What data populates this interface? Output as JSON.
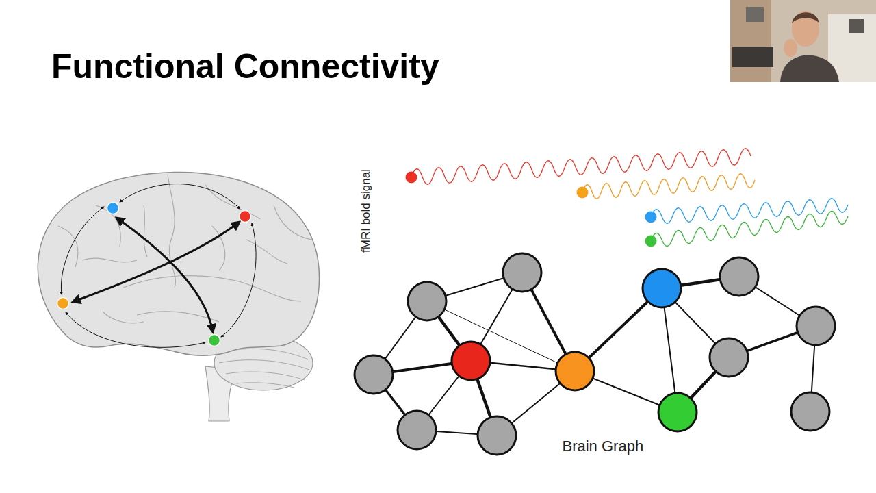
{
  "diagram": {
    "title": "Functional Connectivity",
    "labels": [
      "fMRI bold signal",
      "Brain Graph"
    ]
  }
}
